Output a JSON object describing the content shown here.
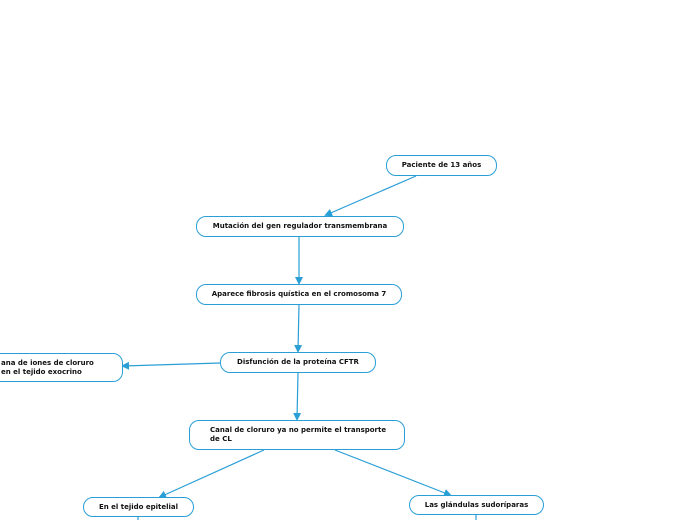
{
  "diagram": {
    "line_color": "#2a9fd6",
    "nodes": {
      "paciente": "Paciente de 13 años",
      "mutacion": "Mutación del gen regulador transmembrana",
      "fibrosis": "Aparece fibrosis quística en el cromosoma 7",
      "disfuncion": "Disfunción de la proteína CFTR",
      "membrana": "ana de iones de cloruro en el tejido exocrino",
      "canal": "Canal de cloruro ya no permite el transporte de CL",
      "epitelial": "En el tejido epitelial",
      "glandulas": "Las glándulas sudoríparas"
    },
    "edges": [
      {
        "from": "paciente",
        "to": "mutacion"
      },
      {
        "from": "mutacion",
        "to": "fibrosis"
      },
      {
        "from": "fibrosis",
        "to": "disfuncion"
      },
      {
        "from": "disfuncion",
        "to": "membrana"
      },
      {
        "from": "disfuncion",
        "to": "canal"
      },
      {
        "from": "canal",
        "to": "epitelial"
      },
      {
        "from": "canal",
        "to": "glandulas"
      },
      {
        "from": "epitelial",
        "to": "below"
      },
      {
        "from": "glandulas",
        "to": "below"
      }
    ]
  }
}
